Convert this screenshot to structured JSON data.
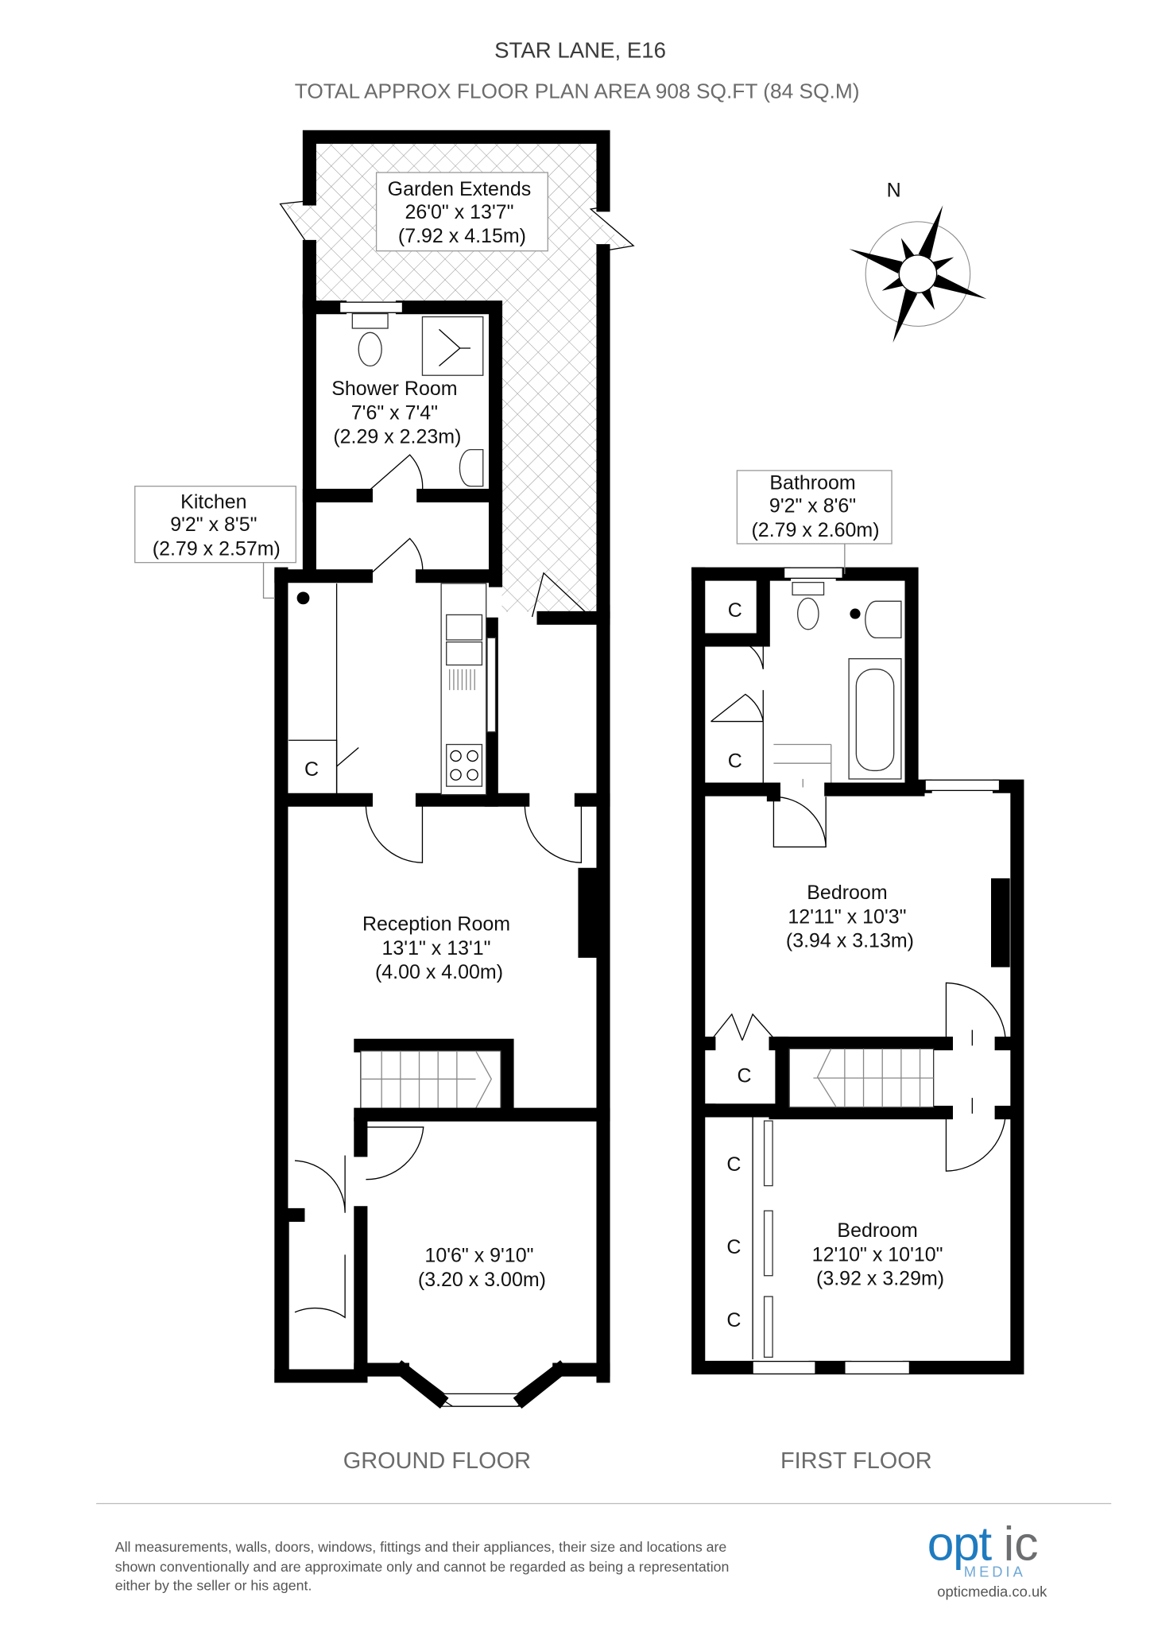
{
  "header": {
    "title": "STAR LANE, E16",
    "subtitle": "TOTAL APPROX FLOOR PLAN AREA 908 SQ.FT (84 SQ.M)"
  },
  "compass": {
    "label": "N"
  },
  "ground_floor": {
    "label": "GROUND FLOOR",
    "rooms": {
      "garden": {
        "name": "Garden Extends",
        "imperial": "26'0\" x 13'7\"",
        "metric": "(7.92 x 4.15m)"
      },
      "shower": {
        "name": "Shower Room",
        "imperial": "7'6\" x 7'4\"",
        "metric": "(2.29 x 2.23m)"
      },
      "kitchen": {
        "name": "Kitchen",
        "imperial": "9'2\" x 8'5\"",
        "metric": "(2.79 x 2.57m)"
      },
      "reception": {
        "name": "Reception Room",
        "imperial": "13'1\" x 13'1\"",
        "metric": "(4.00 x 4.00m)"
      },
      "front": {
        "imperial": "10'6\" x 9'10\"",
        "metric": "(3.20 x 3.00m)"
      }
    },
    "cupboard": "C"
  },
  "first_floor": {
    "label": "FIRST FLOOR",
    "rooms": {
      "bathroom": {
        "name": "Bathroom",
        "imperial": "9'2\" x 8'6\"",
        "metric": "(2.79 x 2.60m)"
      },
      "bedroom1": {
        "name": "Bedroom",
        "imperial": "12'11\" x 10'3\"",
        "metric": "(3.94 x 3.13m)"
      },
      "bedroom2": {
        "name": "Bedroom",
        "imperial": "12'10\" x 10'10\"",
        "metric": "(3.92 x 3.29m)"
      }
    },
    "cupboards": [
      "C",
      "C",
      "C",
      "C",
      "C",
      "C"
    ]
  },
  "footer": {
    "disclaimer": [
      "All measurements, walls, doors, windows, fittings and their appliances, their size and locations are",
      "shown conventionally and are approximate only and cannot be regarded as being a representation",
      "either by the seller or his agent."
    ],
    "logo": {
      "opt": "opt",
      "ic": "ic",
      "media": "MEDIA",
      "url": "opticmedia.co.uk"
    },
    "colors": {
      "brand_blue": "#1f7bbf",
      "brand_grey": "#6d6e70",
      "media_blue": "#6fa8d6"
    }
  }
}
